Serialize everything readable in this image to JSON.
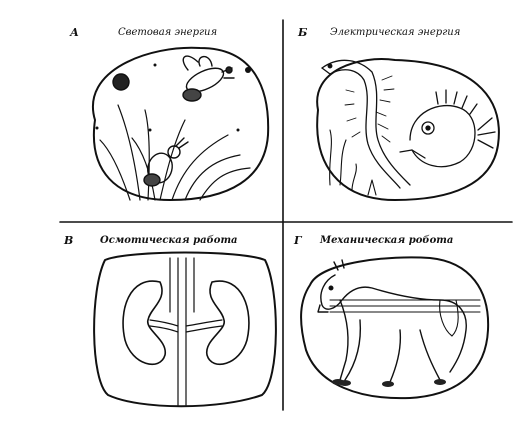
{
  "panels": [
    {
      "letter": "А",
      "title": "Световая энергия"
    },
    {
      "letter": "Б",
      "title": "Электрическая энергия"
    },
    {
      "letter": "В",
      "title": "Осмотическая работа"
    },
    {
      "letter": "Г",
      "title": "Механическая робота"
    }
  ]
}
